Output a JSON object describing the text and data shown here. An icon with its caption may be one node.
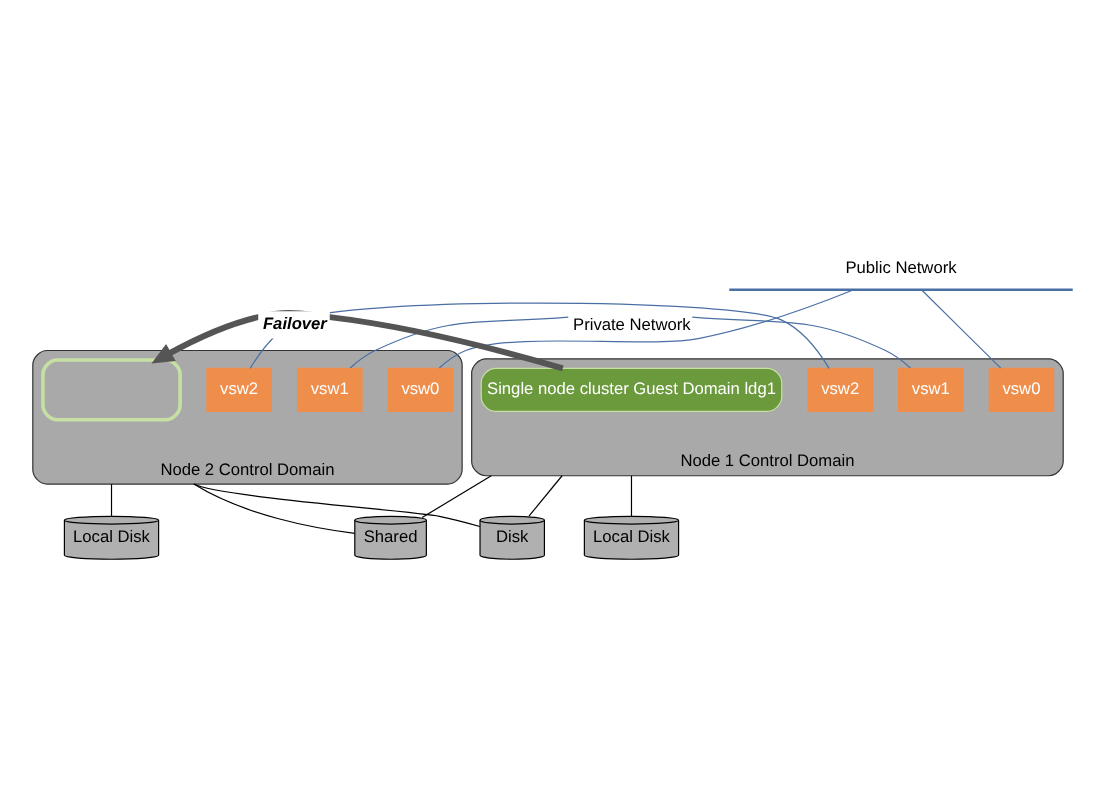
{
  "diagram": {
    "nodes": [
      {
        "text": [
          "Public Network"
        ]
      },
      {
        "text": [
          "Node 1 Control Domain"
        ]
      },
      {
        "text": [
          "vsw0"
        ],
        "in": 1
      },
      {
        "text": [
          "vsw1"
        ],
        "in": 1
      },
      {
        "text": [
          "vsw2"
        ],
        "in": 1
      },
      {
        "text": [
          "Single node cluster Guest Domain ldg1"
        ],
        "in": 1
      },
      {
        "text": [
          "Node 2 Control Domain"
        ]
      },
      {
        "text": [
          "vsw0"
        ],
        "in": 6
      },
      {
        "text": [
          "vsw1"
        ],
        "in": 6
      },
      {
        "text": [
          "vsw2"
        ],
        "in": 6
      },
      {
        "text": [],
        "shape": "box",
        "in": 6
      },
      {
        "text": [
          "Local Disk"
        ]
      },
      {
        "text": [
          "Shared"
        ]
      },
      {
        "text": [
          "Disk"
        ]
      },
      {
        "text": [
          "Local Disk"
        ]
      }
    ],
    "edges": [
      {
        "from": 0,
        "to": 2,
        "arrow": "none",
        "color": "#4a6fa5"
      },
      {
        "from": 0,
        "to": 7,
        "arrow": "none",
        "color": "#4a6fa5"
      },
      {
        "from": 3,
        "to": 8,
        "arrow": "none",
        "label": "Private Network",
        "color": "#4a6fa5"
      },
      {
        "from": 4,
        "to": 9,
        "arrow": "none",
        "color": "#4a6fa5"
      },
      {
        "from": 5,
        "to": 10,
        "arrow": "to",
        "label": "Failover",
        "style": "thick",
        "color": "#555555"
      },
      {
        "from": 1,
        "to": 11,
        "arrow": "none"
      },
      {
        "from": 1,
        "to": 12,
        "arrow": "none"
      },
      {
        "from": 1,
        "to": 13,
        "arrow": "none"
      },
      {
        "from": 6,
        "to": 12,
        "arrow": "none"
      },
      {
        "from": 6,
        "to": 13,
        "arrow": "none"
      },
      {
        "from": 6,
        "to": 14,
        "arrow": "none"
      }
    ]
  }
}
